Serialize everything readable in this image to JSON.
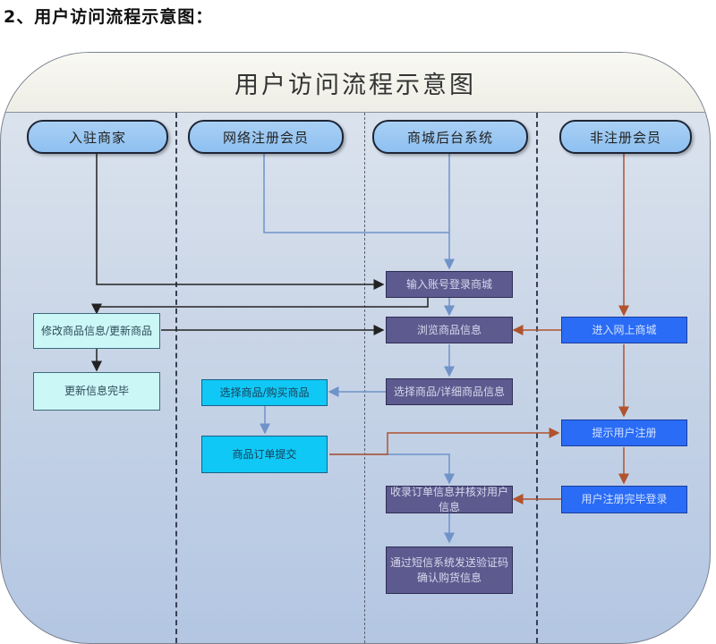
{
  "heading": "2、用户访问流程示意图：",
  "diagram": {
    "title": "用户访问流程示意图",
    "lanes": [
      {
        "label": "入驻商家"
      },
      {
        "label": "网络注册会员"
      },
      {
        "label": "商城后台系统"
      },
      {
        "label": "非注册会员"
      }
    ],
    "nodes": {
      "modify_product": "修改商品信息/更新商品",
      "update_done": "更新信息完毕",
      "select_buy": "选择商品/购买商品",
      "order_submit": "商品订单提交",
      "login": "输入账号登录商城",
      "browse": "浏览商品信息",
      "select_detail": "选择商品/详细商品信息",
      "receive_order": "收录订单信息并核对用户信息",
      "sms_confirm": "通过短信系统发送验证码确认购货信息",
      "enter_mall": "进入网上商城",
      "prompt_register": "提示用户注册",
      "register_login": "用户注册完毕登录"
    },
    "colors": {
      "merchant_flow": "#222222",
      "member_flow": "#6f93c9",
      "guest_flow": "#b0532e",
      "teal_box": "#ccf7f7",
      "cyan_box": "#10c8f5",
      "purple_box": "#5c5a8e",
      "blue_box": "#2a6cf5",
      "lane_header": "#9ccaf3"
    }
  }
}
